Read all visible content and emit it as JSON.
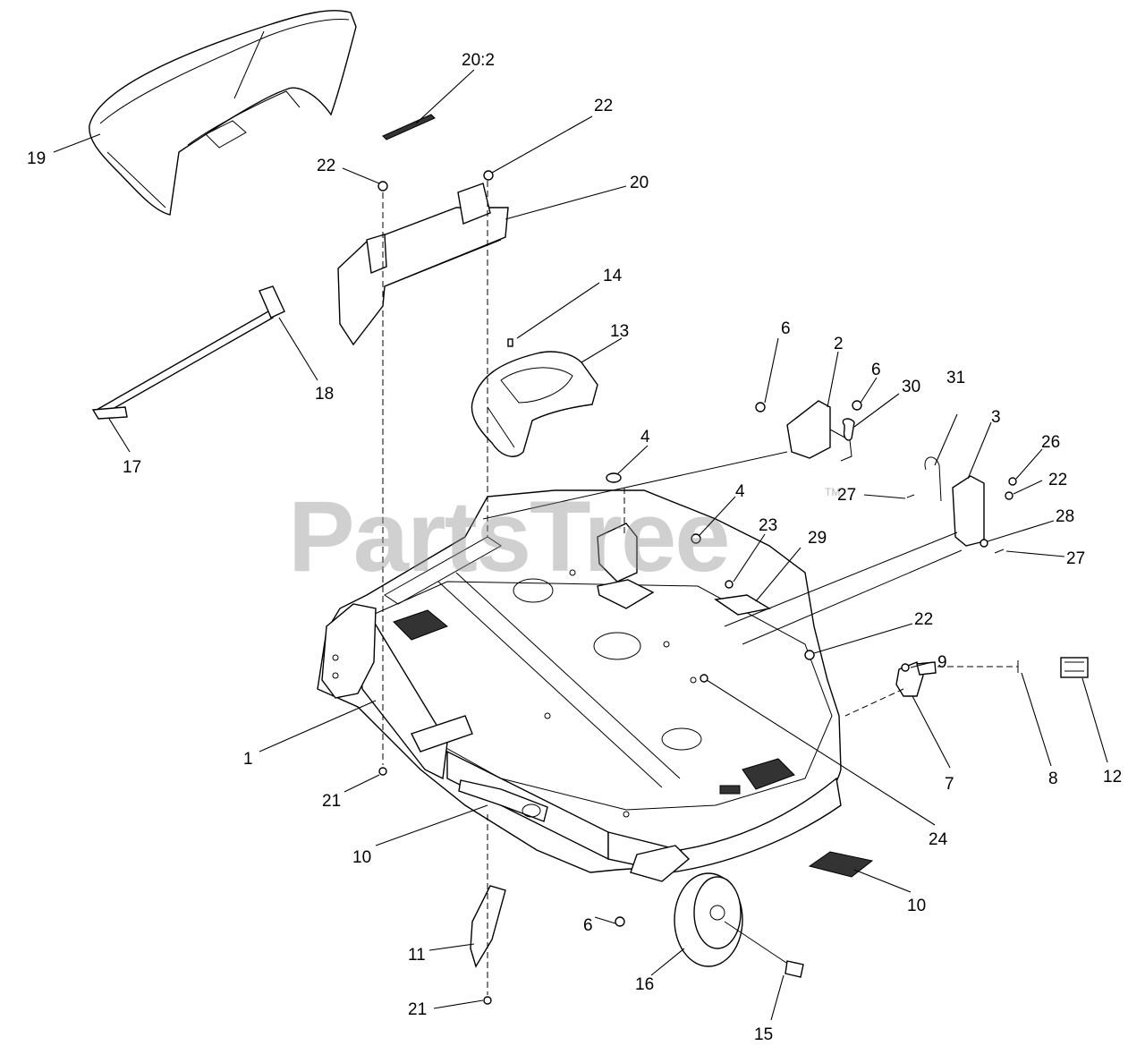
{
  "watermark": {
    "text": "PartsTree",
    "trademark": "TM"
  },
  "callouts": [
    {
      "id": "c19",
      "label": "19"
    },
    {
      "id": "c20-2",
      "label": "20:2"
    },
    {
      "id": "c22a",
      "label": "22"
    },
    {
      "id": "c22b",
      "label": "22"
    },
    {
      "id": "c20",
      "label": "20"
    },
    {
      "id": "c14",
      "label": "14"
    },
    {
      "id": "c13",
      "label": "13"
    },
    {
      "id": "c18",
      "label": "18"
    },
    {
      "id": "c17",
      "label": "17"
    },
    {
      "id": "c6a",
      "label": "6"
    },
    {
      "id": "c2",
      "label": "2"
    },
    {
      "id": "c6b",
      "label": "6"
    },
    {
      "id": "c30",
      "label": "30"
    },
    {
      "id": "c31",
      "label": "31"
    },
    {
      "id": "c3",
      "label": "3"
    },
    {
      "id": "c26",
      "label": "26"
    },
    {
      "id": "c22c",
      "label": "22"
    },
    {
      "id": "c27a",
      "label": "27"
    },
    {
      "id": "c28",
      "label": "28"
    },
    {
      "id": "c27b",
      "label": "27"
    },
    {
      "id": "c4a",
      "label": "4"
    },
    {
      "id": "c4b",
      "label": "4"
    },
    {
      "id": "c23",
      "label": "23"
    },
    {
      "id": "c29",
      "label": "29"
    },
    {
      "id": "c22d",
      "label": "22"
    },
    {
      "id": "c9",
      "label": "9"
    },
    {
      "id": "c12",
      "label": "12"
    },
    {
      "id": "c8",
      "label": "8"
    },
    {
      "id": "c7",
      "label": "7"
    },
    {
      "id": "c1",
      "label": "1"
    },
    {
      "id": "c21a",
      "label": "21"
    },
    {
      "id": "c10a",
      "label": "10"
    },
    {
      "id": "c24",
      "label": "24"
    },
    {
      "id": "c10b",
      "label": "10"
    },
    {
      "id": "c6c",
      "label": "6"
    },
    {
      "id": "c11",
      "label": "11"
    },
    {
      "id": "c16",
      "label": "16"
    },
    {
      "id": "c15",
      "label": "15"
    },
    {
      "id": "c21b",
      "label": "21"
    }
  ]
}
